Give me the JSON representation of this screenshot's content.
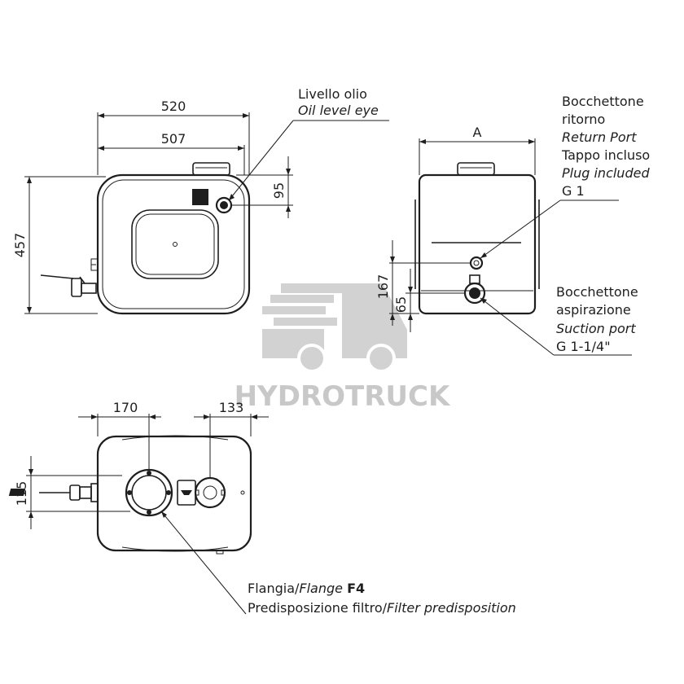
{
  "dimensions": {
    "width_outer": "520",
    "width_inner": "507",
    "height": "457",
    "oil_eye_offset": "95",
    "side_width": "A",
    "return_port_height": "167",
    "suction_port_height": "65",
    "flange_offset": "170",
    "cap_offset": "133",
    "flange_vertical": "115"
  },
  "labels": {
    "oil_level": {
      "it": "Livello olio",
      "en": "Oil level eye"
    },
    "return_port": {
      "it_line1": "Bocchettone",
      "it_line2": "ritorno",
      "en": "Return Port",
      "plug_it": "Tappo incluso",
      "plug_en": "Plug included",
      "thread": "G 1"
    },
    "suction_port": {
      "it_line1": "Bocchettone",
      "it_line2": "aspirazione",
      "en": "Suction port",
      "thread": "G 1-1/4\""
    },
    "flange": {
      "it": "Flangia/",
      "en": "Flange",
      "code": "F4",
      "filter_it": "Predisposizione filtro/",
      "filter_en": "Filter predisposition"
    }
  },
  "watermark": {
    "text": "HYDROTRUCK",
    "color": "#c8c8c8"
  }
}
